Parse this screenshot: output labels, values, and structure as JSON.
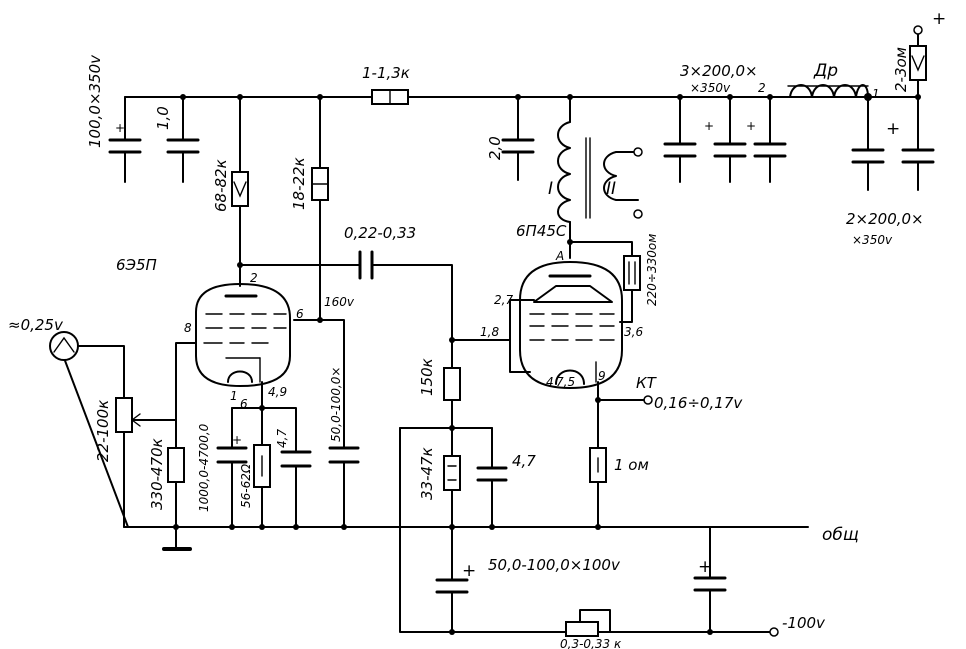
{
  "labels": {
    "cap_in_rail": "100,0×350v",
    "cap_1": "1,0",
    "r_load_1": "68-82к",
    "r_screen": "18-22к",
    "r_rail": "1-1,3к",
    "cap_2": "2,0",
    "cap_filter_1": "3×200,0×",
    "cap_filter_1b": "×350v",
    "choke": "Др",
    "choke_pin_2": "2",
    "choke_pin_1": "1",
    "r_input": "2-3ом",
    "plus": "+",
    "cap_filter_2": "2×200,0×",
    "cap_filter_2b": "×350v",
    "tr_w1": "I",
    "tr_w2": "II",
    "tube_out": "6П45С",
    "r_plate": "220÷330ом",
    "coupling": "0,22-0,33",
    "tube_in": "6Э5П",
    "p2": "2",
    "p8": "8",
    "p6": "6",
    "p16": "160v",
    "p1": "1",
    "p6b": "6",
    "p49": "4,9",
    "pA": "A",
    "p27": "2,7",
    "p18": "1,8",
    "p36": "3,6",
    "p4": "4",
    "p75": "7,5",
    "p9": "9",
    "input_v": "≈0,25v",
    "pot": "22-100к",
    "r_grid": "330-470к",
    "c_cath": "1000,0-4700,0",
    "r_cath": "56-62Ω",
    "c_47a": "4,7",
    "c_screen": "50,0-100,0×",
    "r_150": "150к",
    "r_33": "33-47к",
    "c_47b": "4,7",
    "kt": "КТ",
    "kt_v": "0,16÷0,17v",
    "r_1ohm": "1 ом",
    "ground": "общ",
    "c_bias": "50,0-100,0×100v",
    "neg_100": "-100v",
    "r_bottom": "0,3-0,33 к"
  }
}
